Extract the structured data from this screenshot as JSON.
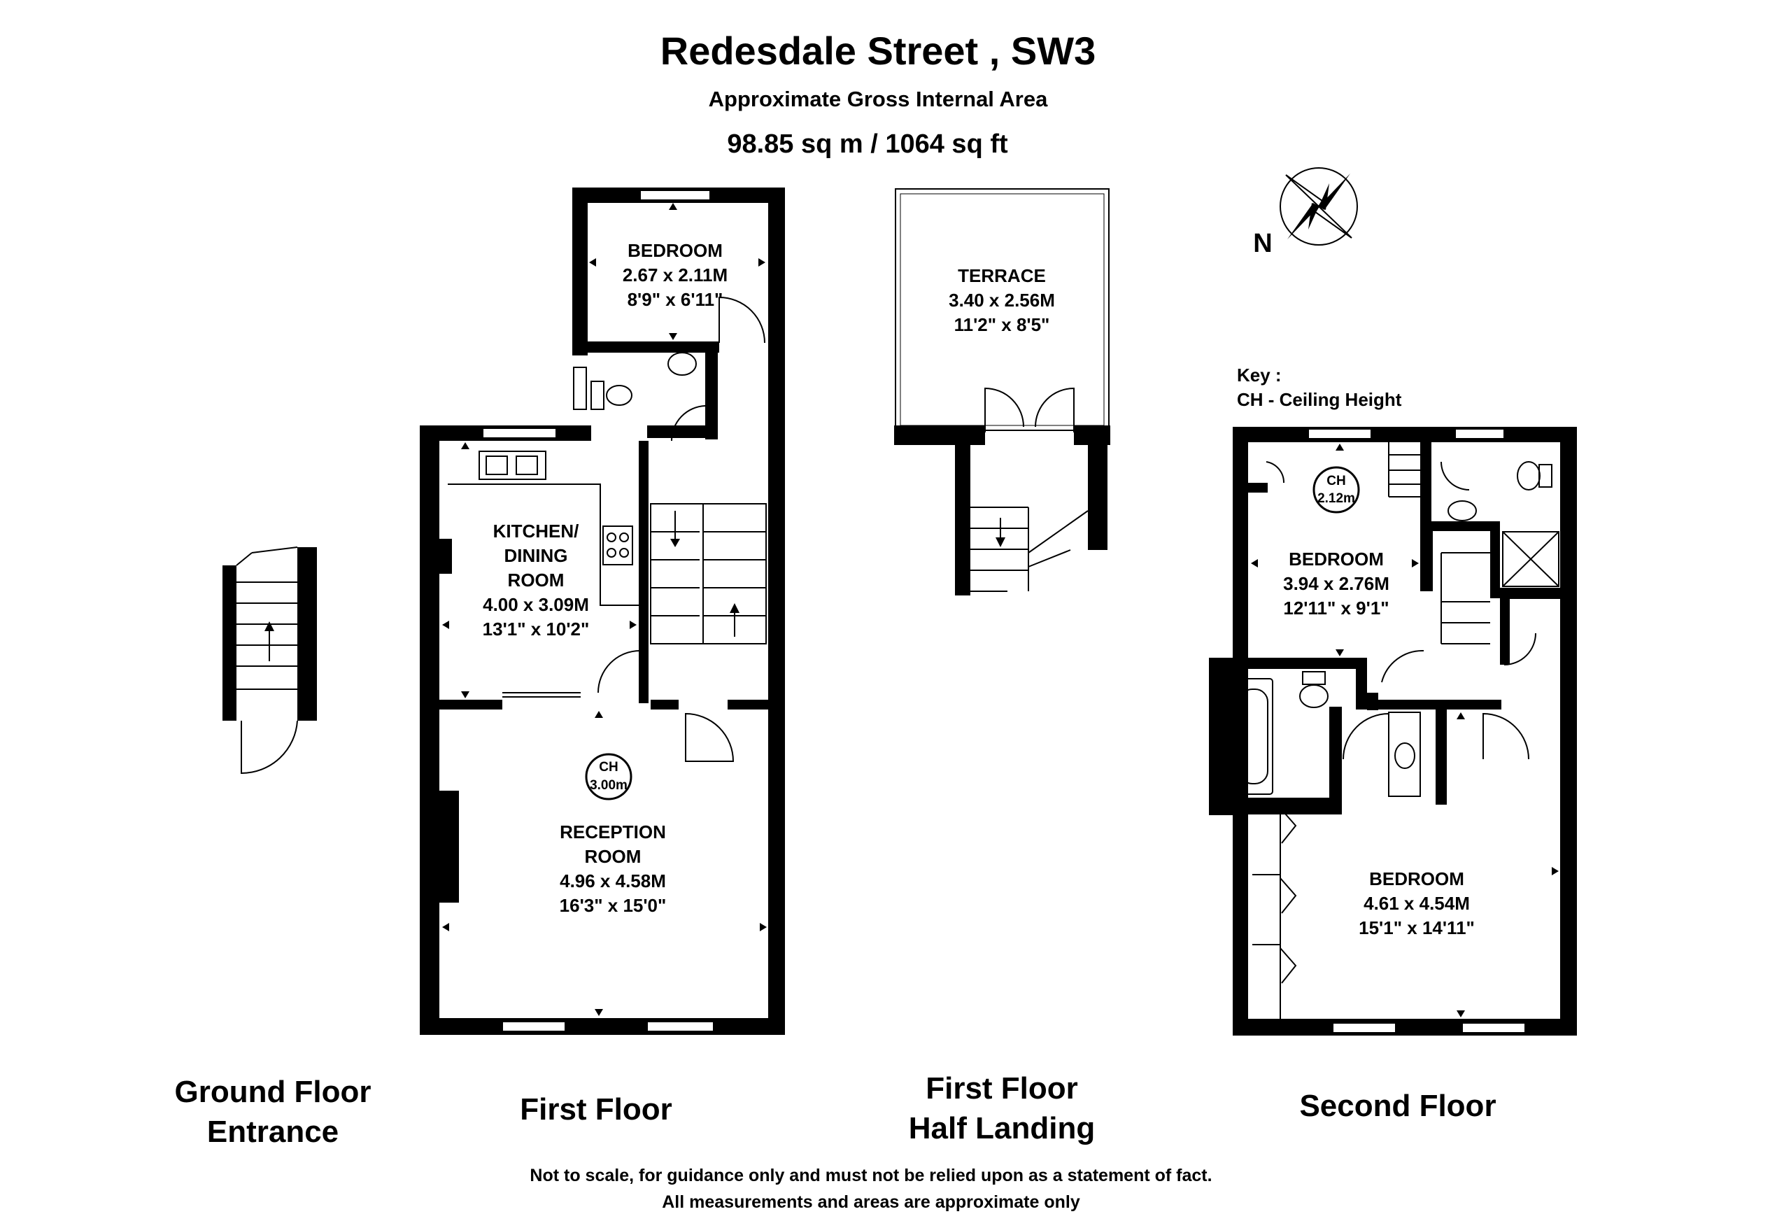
{
  "header": {
    "title": "Redesdale Street , SW3",
    "subtitle": "Approximate Gross Internal Area",
    "area": "98.85 sq m /  1064 sq ft"
  },
  "compass": {
    "label": "N"
  },
  "key": {
    "title": "Key :",
    "entry": "CH - Ceiling Height"
  },
  "rooms": {
    "ff_bedroom": {
      "name": "BEDROOM",
      "metric": "2.67 x 2.11M",
      "imperial": "8'9\" x 6'11\""
    },
    "terrace": {
      "name": "TERRACE",
      "metric": "3.40 x 2.56M",
      "imperial": "11'2\" x 8'5\""
    },
    "kitchen": {
      "name_1": "KITCHEN/",
      "name_2": "DINING",
      "name_3": "ROOM",
      "metric": "4.00 x 3.09M",
      "imperial": "13'1\" x 10'2\""
    },
    "reception": {
      "name_1": "RECEPTION",
      "name_2": "ROOM",
      "metric": "4.96 x 4.58M",
      "imperial": "16'3\" x 15'0\"",
      "ch_label": "CH",
      "ch_value": "3.00m"
    },
    "sf_bedroom_1": {
      "name": "BEDROOM",
      "metric": "3.94 x 2.76M",
      "imperial": "12'11\" x 9'1\"",
      "ch_label": "CH",
      "ch_value": "2.12m"
    },
    "sf_bedroom_2": {
      "name": "BEDROOM",
      "metric": "4.61 x 4.54M",
      "imperial": "15'1\" x 14'11\""
    }
  },
  "floor_labels": {
    "ground_1": "Ground Floor",
    "ground_2": "Entrance",
    "first": "First Floor",
    "half_1": "First Floor",
    "half_2": "Half Landing",
    "second": "Second Floor"
  },
  "footer": {
    "line1": "Not to scale, for guidance only and must not be relied upon as a statement of fact.",
    "line2": "All measurements and areas are approximate only"
  }
}
